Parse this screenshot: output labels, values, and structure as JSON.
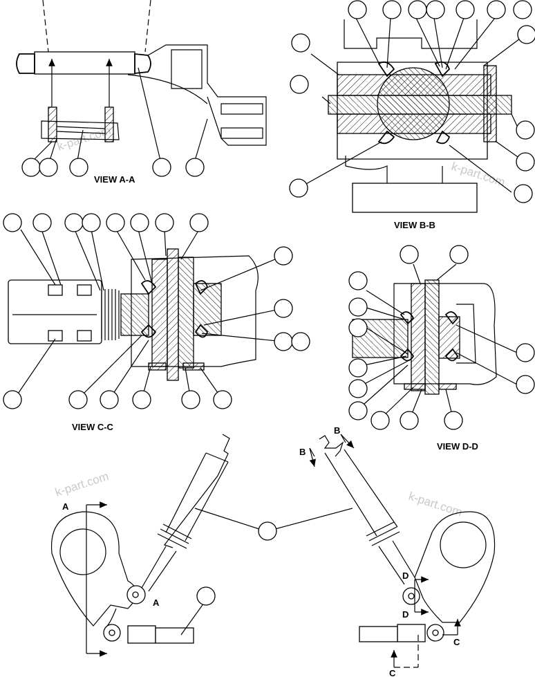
{
  "views": {
    "a": "VIEW A-A",
    "b": "VIEW B-B",
    "c": "VIEW C-C",
    "d": "VIEW D-D"
  },
  "section_markers": {
    "a": "A",
    "b": "B",
    "c": "C",
    "d": "D"
  },
  "watermark": "k-part.com",
  "callout_count": 52
}
